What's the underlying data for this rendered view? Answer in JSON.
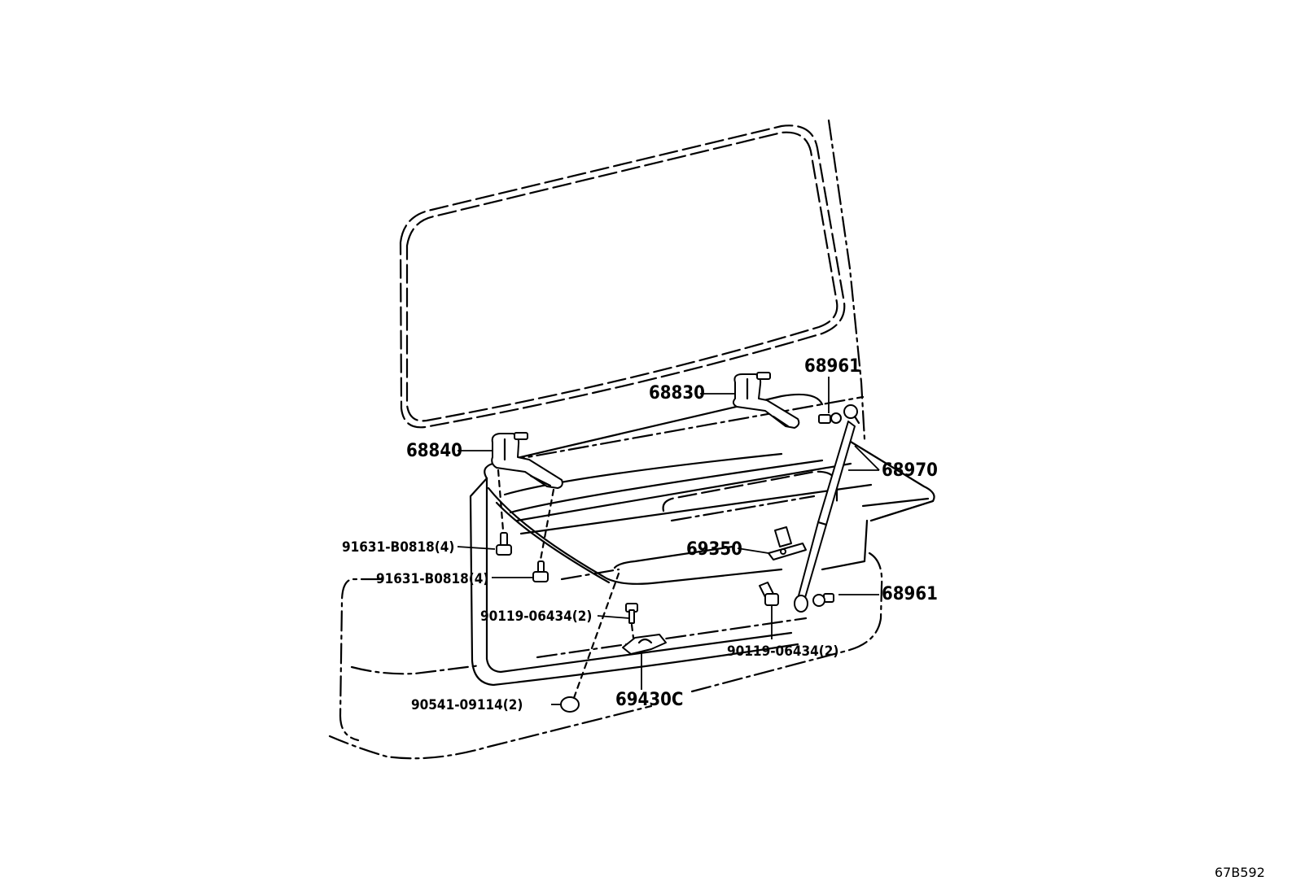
{
  "diagram_code": "67B592",
  "callouts": {
    "p68961_top": "68961",
    "p68830": "68830",
    "p68840": "68840",
    "p68970": "68970",
    "p91631_a": "91631-B0818(4)",
    "p91631_b": "91631-B0818(4)",
    "p69350": "69350",
    "p68961_bottom": "68961",
    "p90119_a": "90119-06434(2)",
    "p90119_b": "90119-06434(2)",
    "p90541": "90541-09114(2)",
    "p69430c": "69430C"
  },
  "parts": {
    "hinge_right": "hinge",
    "hinge_left": "hinge",
    "damper": "back-door-stay-damper",
    "lock": "back-door-lock",
    "striker": "back-door-striker",
    "ball_joint_top": "stud-ball-joint",
    "ball_joint_bottom": "stud-ball-joint"
  }
}
